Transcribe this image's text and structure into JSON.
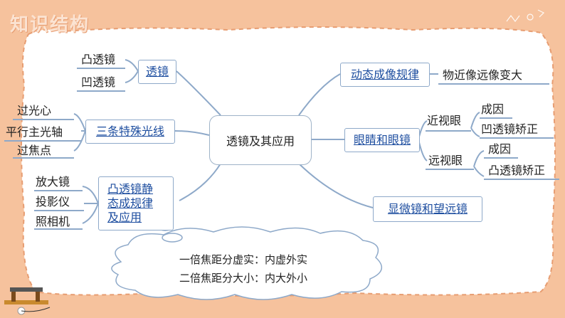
{
  "title": "知识结构",
  "center": "透镜及其应用",
  "branches": {
    "lens": {
      "label": "透镜",
      "children": [
        "凸透镜",
        "凹透镜"
      ]
    },
    "rays": {
      "label": "三条特殊光线",
      "children": [
        "过光心",
        "平行主光轴",
        "过焦点"
      ]
    },
    "convex": {
      "label_lines": [
        "凸透镜静",
        "态成规律",
        "及应用"
      ],
      "children": [
        "放大镜",
        "投影仪",
        "照相机"
      ]
    },
    "dynamic": {
      "label": "动态成像规律",
      "child": "物近像远像变大"
    },
    "eye": {
      "label": "眼睛和眼镜",
      "near": {
        "label": "近视眼",
        "children": [
          "成因",
          "凹透镜矫正"
        ]
      },
      "far": {
        "label": "远视眼",
        "children": [
          "成因",
          "凸透镜矫正"
        ]
      }
    },
    "microscope": {
      "label": "显微镜和望远镜"
    }
  },
  "cloud": [
    "一倍焦距分虚实：内虚外实",
    "二倍焦距分大小：内大外小"
  ],
  "colors": {
    "background": "#f6c29d",
    "panel": "#ffffff",
    "border_dash": "#e79d72",
    "line": "#8ea9c9",
    "link_text": "#1f4fa0"
  }
}
